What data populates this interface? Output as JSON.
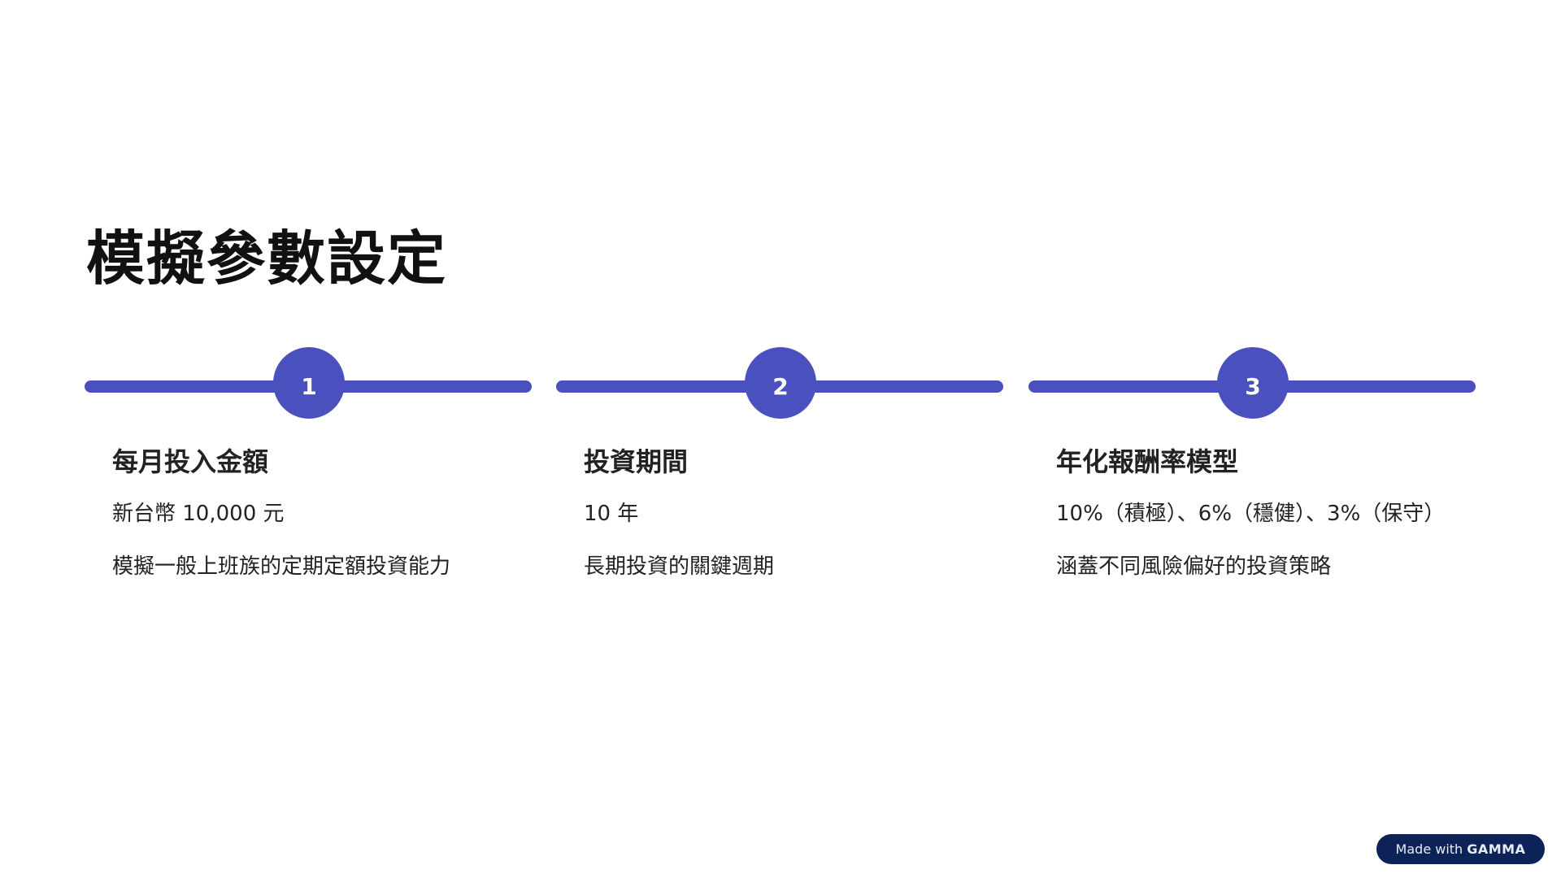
{
  "title": "模擬參數設定",
  "steps": [
    {
      "number": "1",
      "heading": "每月投入金額",
      "lines": [
        "新台幣 10,000 元",
        "模擬一般上班族的定期定額投資能力"
      ]
    },
    {
      "number": "2",
      "heading": "投資期間",
      "lines": [
        "10 年",
        "長期投資的關鍵週期"
      ]
    },
    {
      "number": "3",
      "heading": "年化報酬率模型",
      "lines": [
        "10%（積極）、6%（穩健）、3%（保守）",
        "涵蓋不同風險偏好的投資策略"
      ]
    }
  ],
  "badge": {
    "prefix": "Made with",
    "brand": "GAMMA"
  },
  "colors": {
    "accent": "#4a50bd",
    "badge_bg": "#0d2257"
  }
}
